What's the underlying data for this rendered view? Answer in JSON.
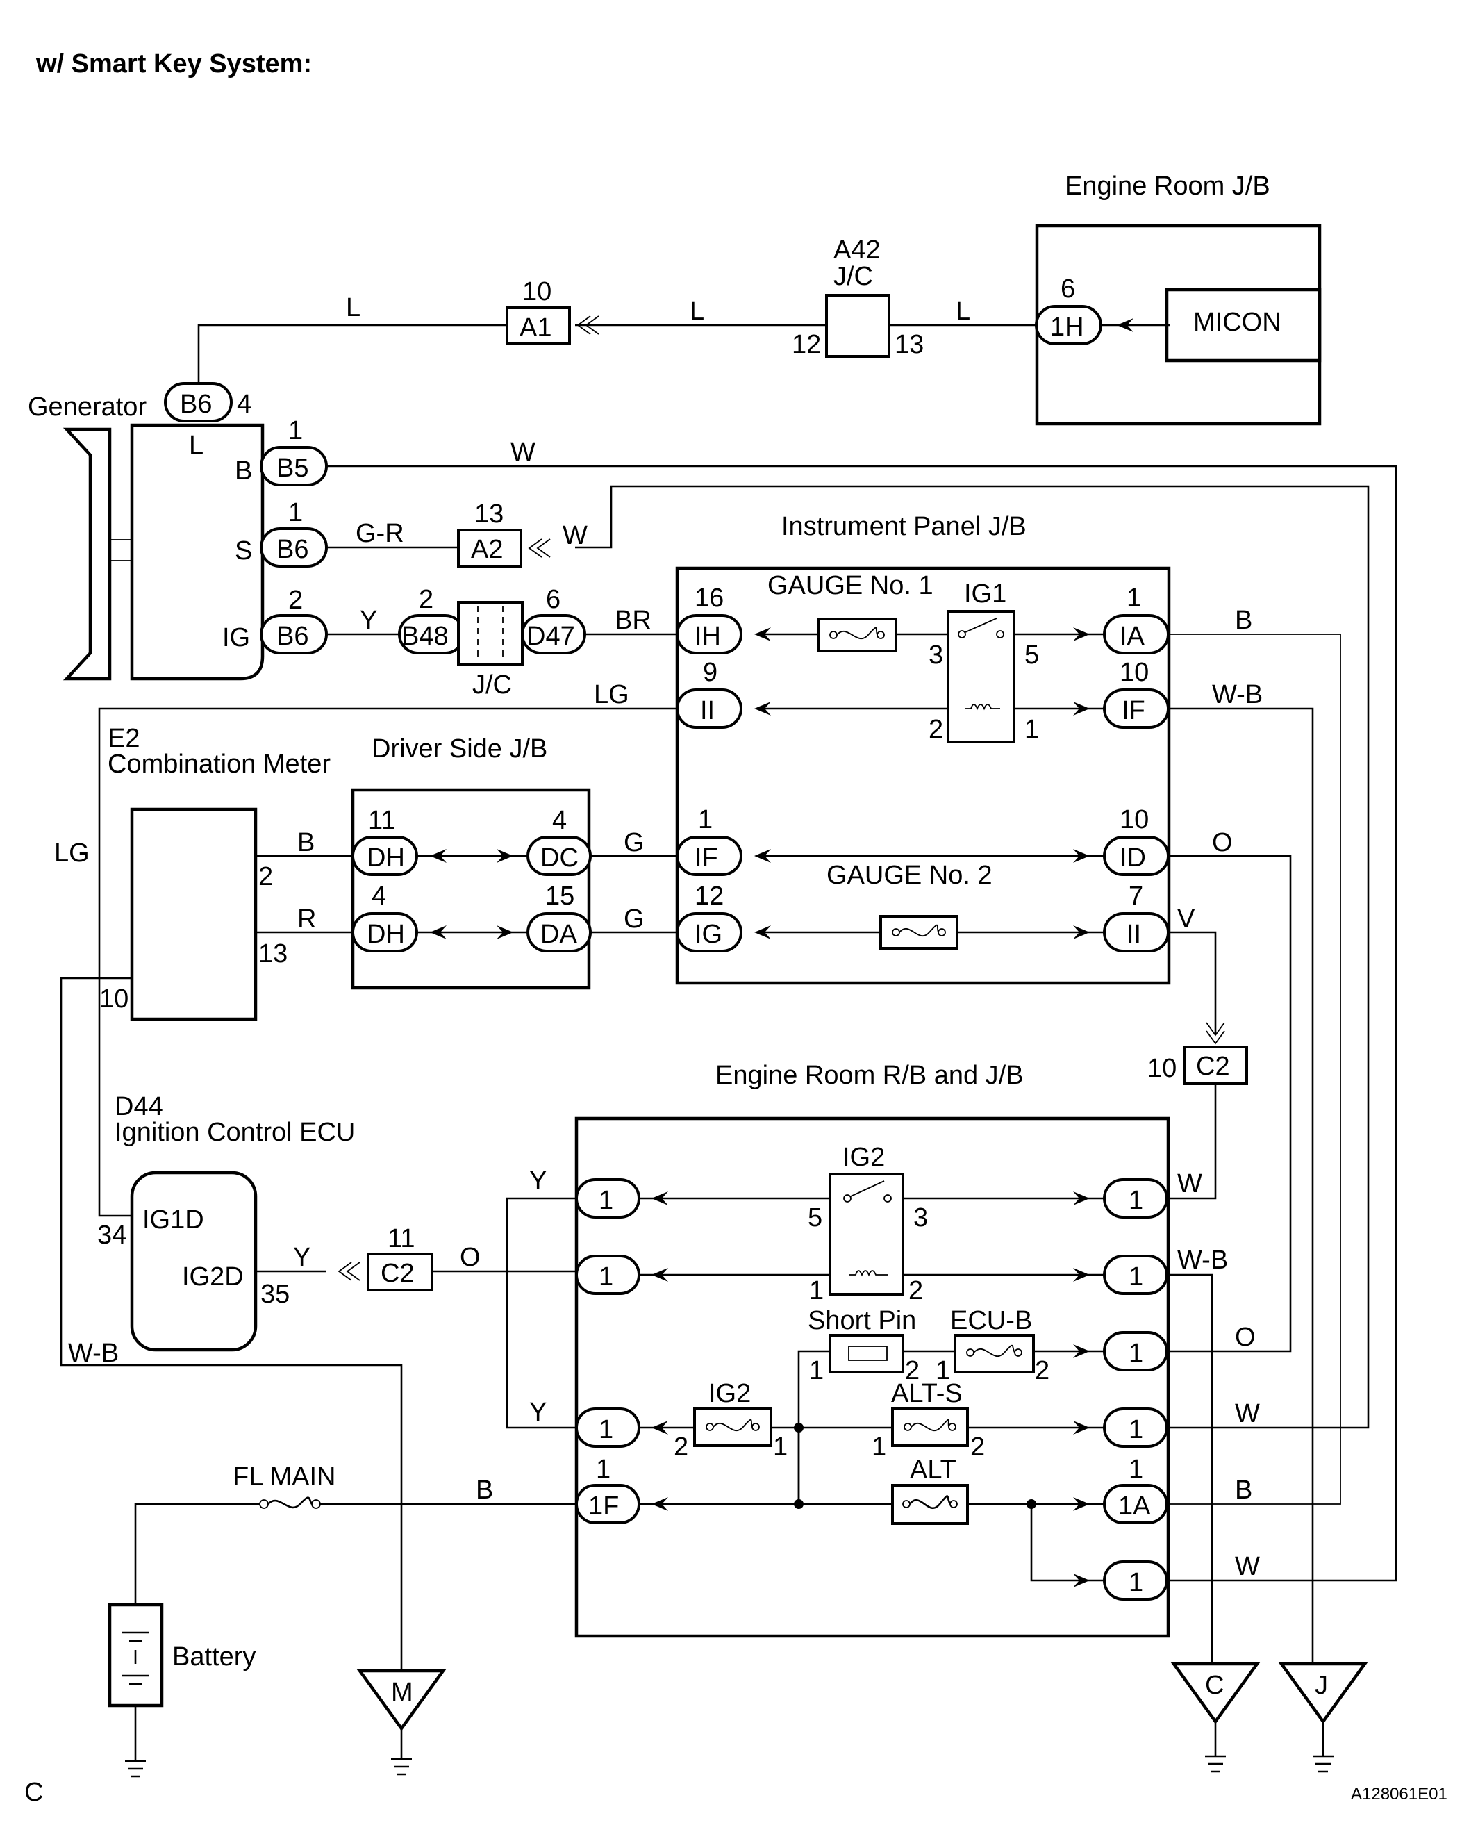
{
  "header": {
    "title": "w/ Smart Key System:"
  },
  "footer": {
    "corner_letter": "C",
    "figure_id": "A128061E01"
  },
  "labels": {
    "engine_room_jb": "Engine Room J/B",
    "a42": "A42",
    "jc": "J/C",
    "generator": "Generator",
    "instrument_panel_jb": "Instrument Panel J/B",
    "gauge1": "GAUGE No. 1",
    "gauge2": "GAUGE No. 2",
    "ig1": "IG1",
    "e2": "E2",
    "combination_meter": "Combination Meter",
    "driver_side_jb": "Driver Side J/B",
    "engine_room_rb_jb": "Engine Room R/B and J/B",
    "d44": "D44",
    "ignition_control_ecu": "Ignition Control ECU",
    "ig1d": "IG1D",
    "ig2d": "IG2D",
    "ig2": "IG2",
    "short_pin": "Short Pin",
    "ecu_b": "ECU-B",
    "alt_s": "ALT-S",
    "alt": "ALT",
    "fl_main": "FL MAIN",
    "battery": "Battery",
    "micon": "MICON"
  },
  "connectors": {
    "b6": "B6",
    "b5": "B5",
    "a1": "A1",
    "a2": "A2",
    "one_h": "1H",
    "b48": "B48",
    "d47": "D47",
    "ih": "IH",
    "ii": "II",
    "ia": "IA",
    "if": "IF",
    "id": "ID",
    "dh": "DH",
    "dc": "DC",
    "da": "DA",
    "ig": "IG",
    "c2": "C2",
    "one": "1",
    "one_f": "1F",
    "one_a": "1A"
  },
  "pins": {
    "p1": "1",
    "p2": "2",
    "p3": "3",
    "p4": "4",
    "p5": "5",
    "p6": "6",
    "p7": "7",
    "p9": "9",
    "p10": "10",
    "p11": "11",
    "p12": "12",
    "p13": "13",
    "p15": "15",
    "p16": "16",
    "p34": "34",
    "p35": "35"
  },
  "terminals": {
    "b": "B",
    "s": "S",
    "ig": "IG",
    "l": "L"
  },
  "wires": {
    "l": "L",
    "w": "W",
    "g_r": "G-R",
    "y": "Y",
    "br": "BR",
    "b": "B",
    "lg": "LG",
    "w_b": "W-B",
    "g": "G",
    "r": "R",
    "o": "O",
    "v": "V"
  },
  "grounds": {
    "m": "M",
    "c": "C",
    "j": "J"
  }
}
